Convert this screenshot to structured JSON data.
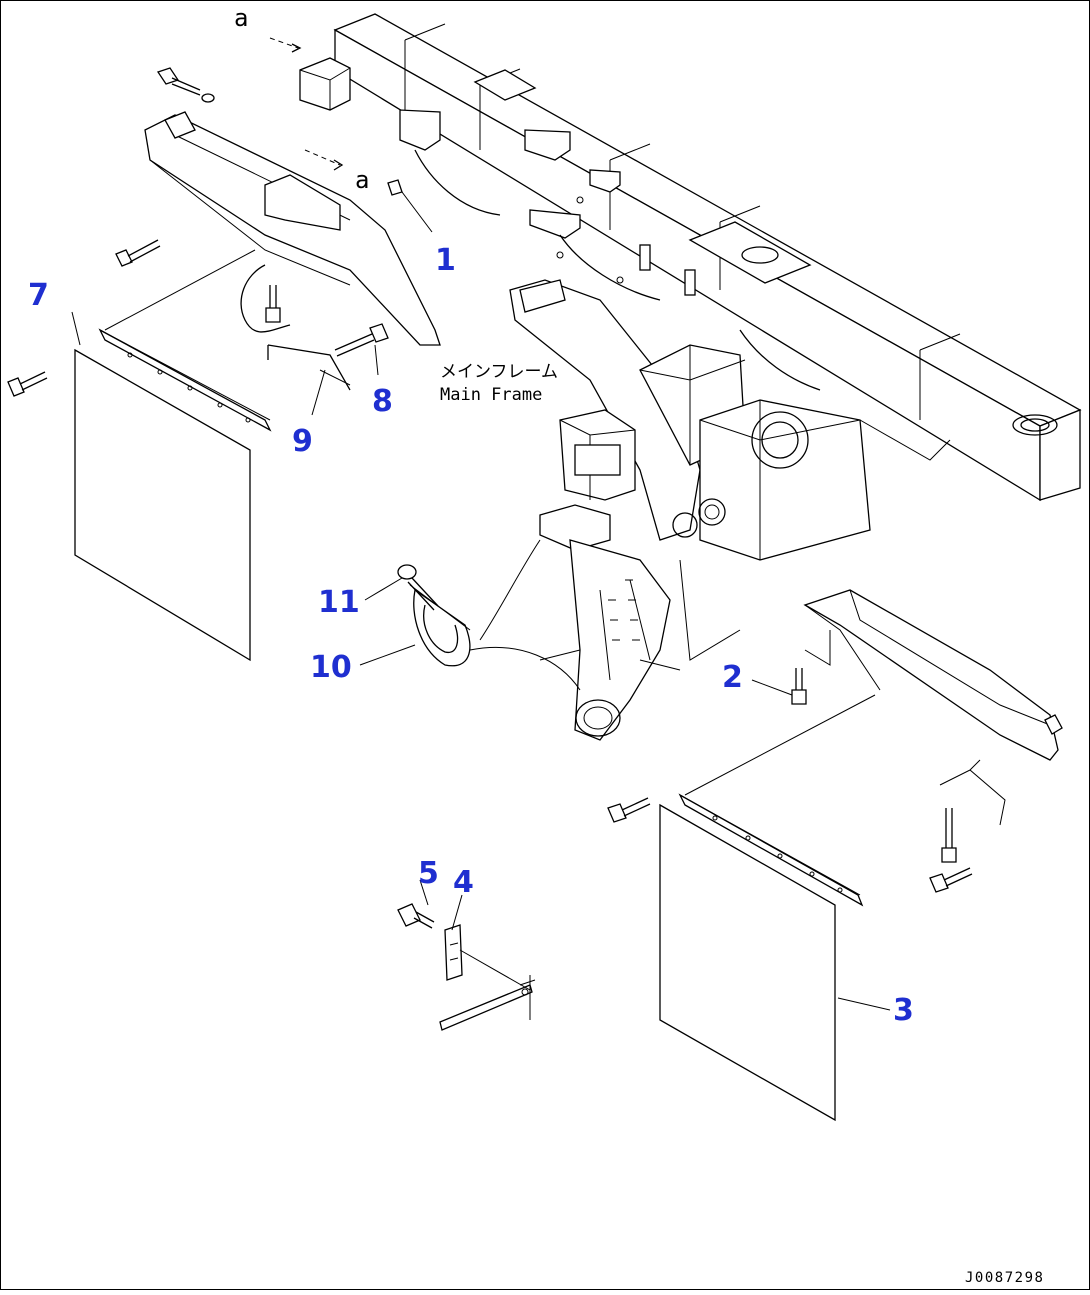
{
  "drawing": {
    "code": "J0087298",
    "frame_label_jp": "メインフレーム",
    "frame_label_en": "Main Frame",
    "view_marker": "a"
  },
  "callouts": [
    {
      "id": "c1",
      "label": "1"
    },
    {
      "id": "c2",
      "label": "2"
    },
    {
      "id": "c3",
      "label": "3"
    },
    {
      "id": "c4",
      "label": "4"
    },
    {
      "id": "c5",
      "label": "5"
    },
    {
      "id": "c7",
      "label": "7"
    },
    {
      "id": "c8",
      "label": "8"
    },
    {
      "id": "c9",
      "label": "9"
    },
    {
      "id": "c10",
      "label": "10"
    },
    {
      "id": "c11",
      "label": "11"
    }
  ],
  "colors": {
    "callout": "#1f2fd0",
    "line": "#000000",
    "background": "#ffffff"
  }
}
